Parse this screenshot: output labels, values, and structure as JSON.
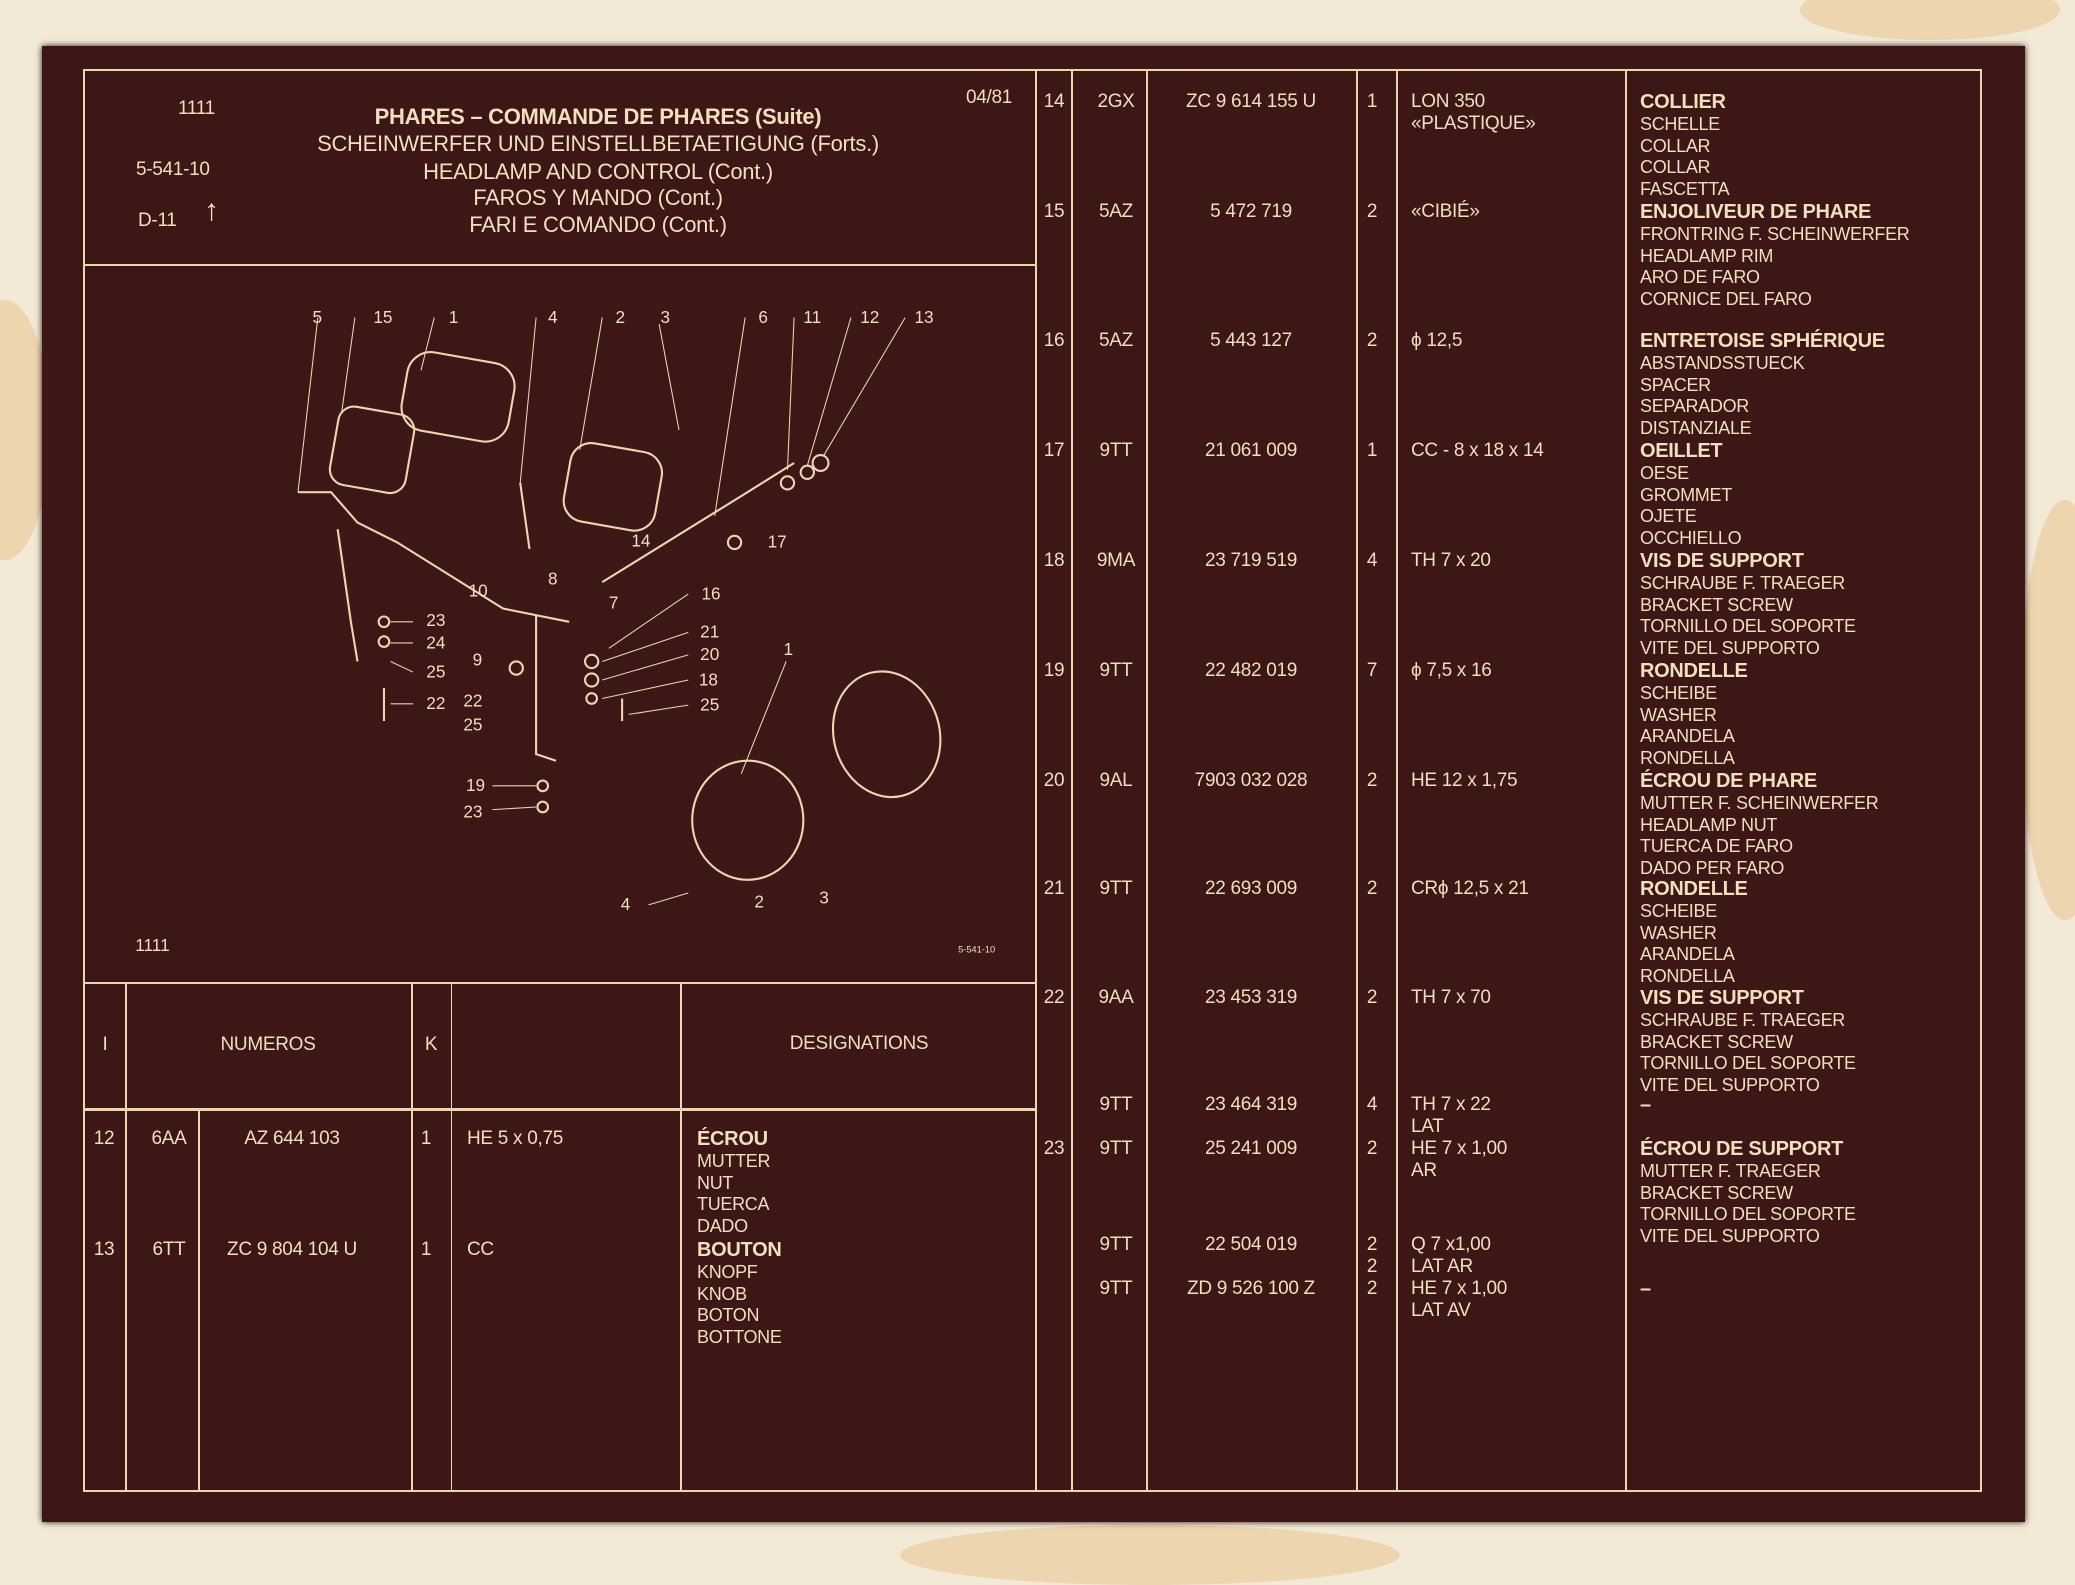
{
  "header": {
    "section": "1111",
    "plate": "5-541-10",
    "ref": "D-11",
    "ref_arrow": "↑",
    "date": "04/81",
    "titles": [
      "PHARES – COMMANDE DE PHARES (Suite)",
      "SCHEINWERFER UND EINSTELLBETAETIGUNG (Forts.)",
      "HEADLAMP AND CONTROL (Cont.)",
      "FAROS Y MANDO (Cont.)",
      "FARI E COMANDO (Cont.)"
    ]
  },
  "diagram": {
    "section": "1111",
    "plate": "5-541-10",
    "callouts": [
      "5",
      "15",
      "1",
      "4",
      "2",
      "3",
      "6",
      "11",
      "12",
      "13",
      "14",
      "17",
      "16",
      "10",
      "8",
      "7",
      "21",
      "20",
      "18",
      "25",
      "23",
      "24",
      "25",
      "22",
      "9",
      "22",
      "25",
      "19",
      "23",
      "1",
      "4",
      "2",
      "3"
    ]
  },
  "table_header": {
    "col_i": "I",
    "col_numeros": "NUMEROS",
    "col_k": "K",
    "col_designations": "DESIGNATIONS"
  },
  "left_rows": [
    {
      "item": "12",
      "code": "6AA",
      "part": "AZ 644 103",
      "qty": "1",
      "spec": [
        "HE 5 x 0,75"
      ],
      "designations": [
        "ÉCROU",
        "MUTTER",
        "NUT",
        "TUERCA",
        "DADO"
      ]
    },
    {
      "item": "13",
      "code": "6TT",
      "part": "ZC 9 804 104 U",
      "qty": "1",
      "spec": [
        "CC"
      ],
      "designations": [
        "BOUTON",
        "KNOPF",
        "KNOB",
        "BOTON",
        "BOTTONE"
      ]
    }
  ],
  "right_rows": [
    {
      "item": "14",
      "code": "2GX",
      "part": "ZC 9 614 155 U",
      "qty": [
        "1"
      ],
      "spec": [
        "LON 350",
        "«PLASTIQUE»"
      ],
      "designations": [
        "COLLIER",
        "SCHELLE",
        "COLLAR",
        "COLLAR",
        "FASCETTA"
      ]
    },
    {
      "item": "15",
      "code": "5AZ",
      "part": "5 472 719",
      "qty": [
        "2"
      ],
      "spec": [
        "«CIBIÉ»"
      ],
      "designations": [
        "ENJOLIVEUR DE PHARE",
        "FRONTRING F. SCHEINWERFER",
        "HEADLAMP RIM",
        "ARO DE FARO",
        "CORNICE DEL FARO"
      ]
    },
    {
      "item": "16",
      "code": "5AZ",
      "part": "5 443 127",
      "qty": [
        "2"
      ],
      "spec": [
        "ϕ 12,5"
      ],
      "designations": [
        "ENTRETOISE SPHÉRIQUE",
        "ABSTANDSSTUECK",
        "SPACER",
        "SEPARADOR",
        "DISTANZIALE"
      ]
    },
    {
      "item": "17",
      "code": "9TT",
      "part": "21 061 009",
      "qty": [
        "1"
      ],
      "spec": [
        "CC - 8 x 18 x 14"
      ],
      "designations": [
        "OEILLET",
        "OESE",
        "GROMMET",
        "OJETE",
        "OCCHIELLO"
      ]
    },
    {
      "item": "18",
      "code": "9MA",
      "part": "23 719 519",
      "qty": [
        "4"
      ],
      "spec": [
        "TH 7 x 20"
      ],
      "designations": [
        "VIS DE SUPPORT",
        "SCHRAUBE F. TRAEGER",
        "BRACKET SCREW",
        "TORNILLO DEL SOPORTE",
        "VITE DEL SUPPORTO"
      ]
    },
    {
      "item": "19",
      "code": "9TT",
      "part": "22 482 019",
      "qty": [
        "7"
      ],
      "spec": [
        "ϕ 7,5 x 16"
      ],
      "designations": [
        "RONDELLE",
        "SCHEIBE",
        "WASHER",
        "ARANDELA",
        "RONDELLA"
      ]
    },
    {
      "item": "20",
      "code": "9AL",
      "part": "7903 032 028",
      "qty": [
        "2"
      ],
      "spec": [
        "HE 12 x 1,75"
      ],
      "designations": [
        "ÉCROU DE PHARE",
        "MUTTER F. SCHEINWERFER",
        "HEADLAMP NUT",
        "TUERCA DE FARO",
        "DADO PER FARO"
      ]
    },
    {
      "item": "21",
      "code": "9TT",
      "part": "22 693 009",
      "qty": [
        "2"
      ],
      "spec": [
        "CRϕ 12,5 x 21"
      ],
      "designations": [
        "RONDELLE",
        "SCHEIBE",
        "WASHER",
        "ARANDELA",
        "RONDELLA"
      ]
    },
    {
      "item": "22",
      "code": "9AA",
      "part": "23 453 319",
      "qty": [
        "2"
      ],
      "spec": [
        "TH 7 x 70"
      ],
      "designations": [
        "VIS DE SUPPORT",
        "SCHRAUBE F. TRAEGER",
        "BRACKET SCREW",
        "TORNILLO DEL SOPORTE",
        "VITE DEL SUPPORTO"
      ]
    },
    {
      "item": "",
      "code": "9TT",
      "part": "23 464 319",
      "qty": [
        "4"
      ],
      "spec": [
        "TH 7 x 22",
        "LAT"
      ],
      "designations": [
        "–"
      ]
    },
    {
      "item": "23",
      "code": "9TT",
      "part": "25 241 009",
      "qty": [
        "2"
      ],
      "spec": [
        "HE 7 x 1,00",
        "AR"
      ],
      "designations": [
        "ÉCROU DE SUPPORT",
        "MUTTER F. TRAEGER",
        "BRACKET SCREW",
        "TORNILLO DEL SOPORTE",
        "VITE DEL SUPPORTO"
      ]
    },
    {
      "item": "",
      "code": "9TT",
      "part": "22 504 019",
      "qty": [
        "2",
        "2"
      ],
      "spec": [
        "Q 7 x1,00",
        "LAT AR"
      ],
      "designations": []
    },
    {
      "item": "",
      "code": "9TT",
      "part": "ZD 9 526 100 Z",
      "qty": [
        "2"
      ],
      "spec": [
        "HE 7 x 1,00",
        "LAT AV"
      ],
      "designations": [
        "–"
      ]
    }
  ]
}
